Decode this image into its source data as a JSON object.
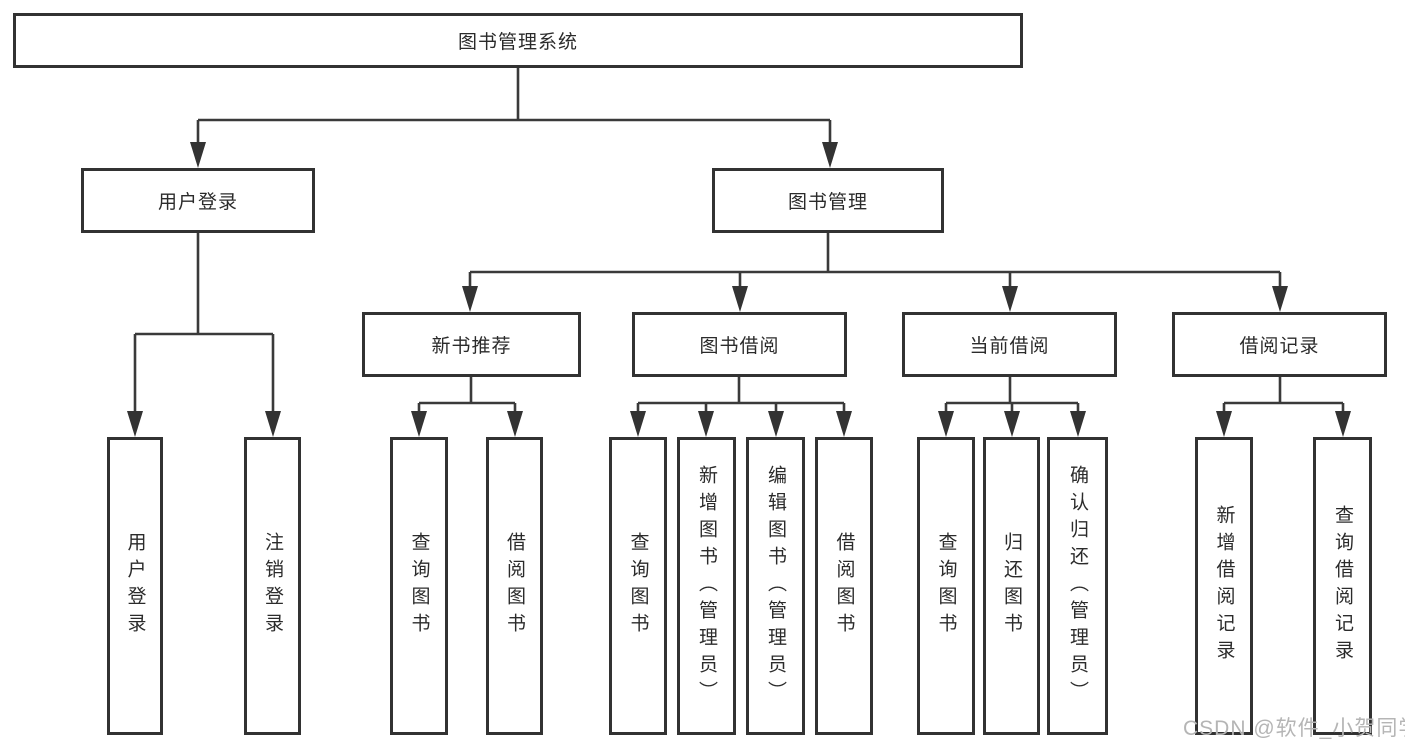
{
  "diagram": {
    "title": "图书管理系统",
    "root": {
      "label": "图书管理系统"
    },
    "branches": [
      {
        "label": "用户登录",
        "children": [
          {
            "label": "用户登录"
          },
          {
            "label": "注销登录"
          }
        ]
      },
      {
        "label": "图书管理",
        "children": [
          {
            "label": "新书推荐",
            "children": [
              {
                "label": "查询图书"
              },
              {
                "label": "借阅图书"
              }
            ]
          },
          {
            "label": "图书借阅",
            "children": [
              {
                "label": "查询图书"
              },
              {
                "label": "新增图书（管理员）"
              },
              {
                "label": "编辑图书（管理员）"
              },
              {
                "label": "借阅图书"
              }
            ]
          },
          {
            "label": "当前借阅",
            "children": [
              {
                "label": "查询图书"
              },
              {
                "label": "归还图书"
              },
              {
                "label": "确认归还（管理员）"
              }
            ]
          },
          {
            "label": "借阅记录",
            "children": [
              {
                "label": "新增借阅记录"
              },
              {
                "label": "查询借阅记录"
              }
            ]
          }
        ]
      }
    ]
  },
  "watermark": {
    "text": "CSDN @软件_小贺同学"
  },
  "colors": {
    "line": "#3a3a3a",
    "border": "#323232",
    "text": "#2b2b2b",
    "watermark": "#b5b5b5",
    "background": "#ffffff"
  }
}
